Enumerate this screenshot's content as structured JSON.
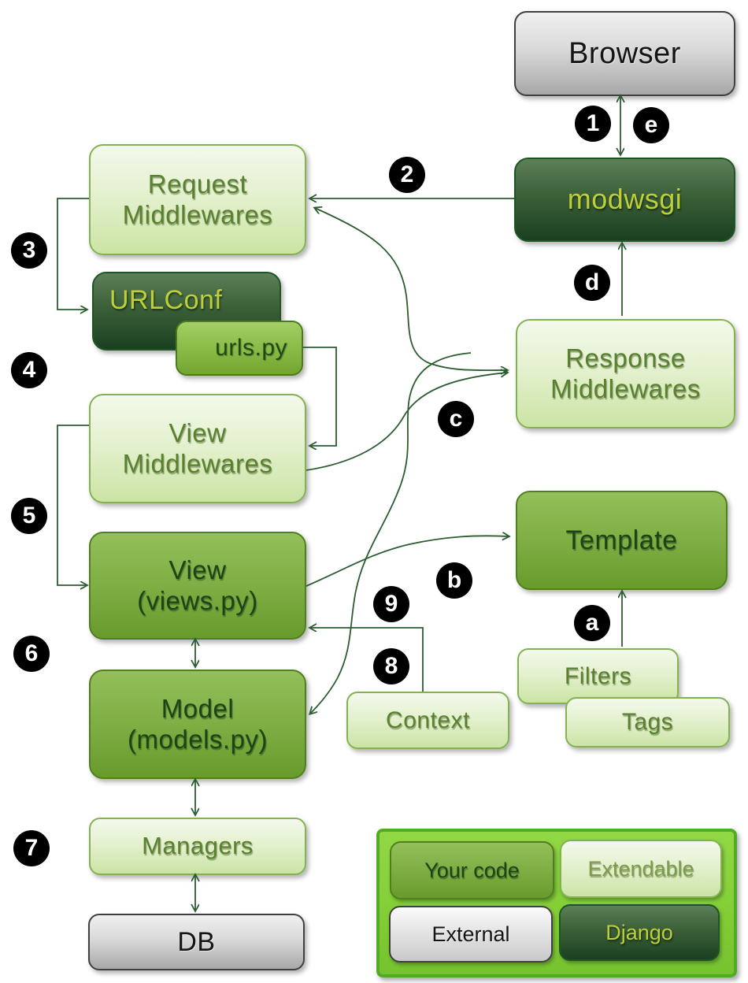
{
  "nodes": {
    "browser": {
      "label": "Browser"
    },
    "modwsgi": {
      "label": "modwsgi"
    },
    "request_mw": {
      "line1": "Request",
      "line2": "Middlewares"
    },
    "urlconf": {
      "label": "URLConf"
    },
    "urls_py": {
      "label": "urls.py"
    },
    "view_mw": {
      "line1": "View",
      "line2": "Middlewares"
    },
    "view": {
      "line1": "View",
      "line2": "(views.py)"
    },
    "model": {
      "line1": "Model",
      "line2": "(models.py)"
    },
    "managers": {
      "label": "Managers"
    },
    "db": {
      "label": "DB"
    },
    "response_mw": {
      "line1": "Response",
      "line2": "Middlewares"
    },
    "template": {
      "label": "Template"
    },
    "filters": {
      "label": "Filters"
    },
    "tags": {
      "label": "Tags"
    },
    "context": {
      "label": "Context"
    }
  },
  "markers": {
    "m1": "1",
    "m2": "2",
    "m3": "3",
    "m4": "4",
    "m5": "5",
    "m6": "6",
    "m7": "7",
    "m8": "8",
    "m9": "9",
    "ma": "a",
    "mb": "b",
    "mc": "c",
    "md": "d",
    "me": "e"
  },
  "legend": {
    "your_code": "Your code",
    "extendable": "Extendable",
    "external": "External",
    "django": "Django"
  },
  "edges": [
    {
      "label": "1",
      "from": "Browser",
      "to": "modwsgi",
      "style": "double-arrow"
    },
    {
      "label": "e",
      "from": "modwsgi",
      "to": "Browser",
      "style": "double-arrow"
    },
    {
      "label": "2",
      "from": "modwsgi",
      "to": "Request Middlewares",
      "style": "straight"
    },
    {
      "label": "3",
      "from": "Request Middlewares",
      "to": "URLConf",
      "style": "elbow"
    },
    {
      "label": "4",
      "from": "urls.py",
      "to": "View Middlewares",
      "style": "elbow"
    },
    {
      "label": "5",
      "from": "View Middlewares",
      "to": "View (views.py)",
      "style": "elbow"
    },
    {
      "label": "6",
      "from": "View (views.py)",
      "to": "Model (models.py)",
      "style": "double-arrow"
    },
    {
      "label": "7",
      "from": "Model (models.py)",
      "to": "Managers / DB",
      "style": "double-arrow"
    },
    {
      "label": "8",
      "from": "Context",
      "to": "Model (models.py)",
      "style": "curve"
    },
    {
      "label": "9",
      "from": "Context",
      "to": "View (views.py)",
      "style": "elbow"
    },
    {
      "label": "a",
      "from": "Filters / Tags",
      "to": "Template",
      "style": "straight"
    },
    {
      "label": "b",
      "from": "View (views.py)",
      "to": "Template",
      "style": "curve"
    },
    {
      "label": "c",
      "from": "View Middlewares / View",
      "to": "Response Middlewares",
      "style": "curves-converging"
    },
    {
      "label": "d",
      "from": "Response Middlewares",
      "to": "modwsgi",
      "style": "straight"
    }
  ],
  "colors": {
    "your_code_fill": "#7fae44",
    "extendable_fill": "#e4f1cf",
    "external_fill": "#d9d9d9",
    "django_fill": "#2b5430",
    "wire": "#2c5c30",
    "legend_panel": "#82cd36",
    "marker_bg": "#000000"
  }
}
